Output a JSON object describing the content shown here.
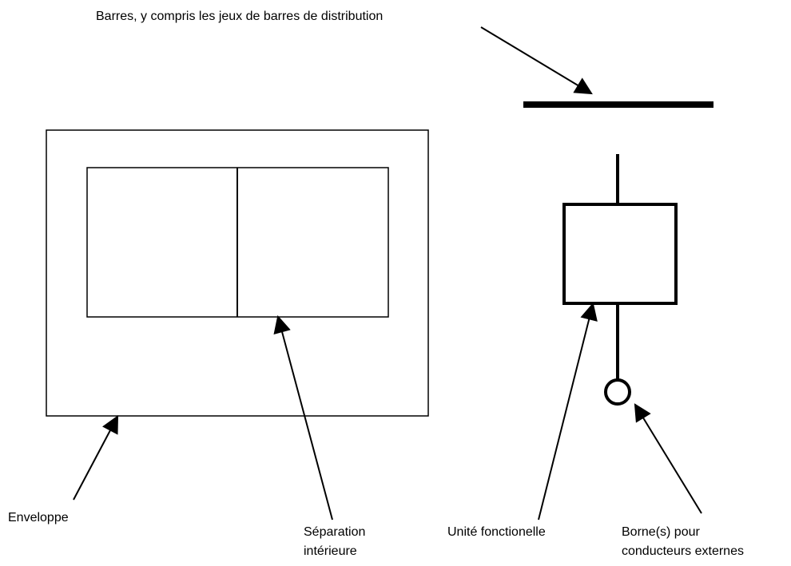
{
  "labels": {
    "barres": "Barres, y compris les jeux de barres de distribution",
    "enveloppe": "Enveloppe",
    "separation_line1": "Séparation",
    "separation_line2": "intérieure",
    "unite": "Unité fonctionelle",
    "borne_line1": "Borne(s) pour",
    "borne_line2": "conducteurs externes"
  },
  "colors": {
    "stroke": "#000000",
    "background": "#ffffff"
  }
}
